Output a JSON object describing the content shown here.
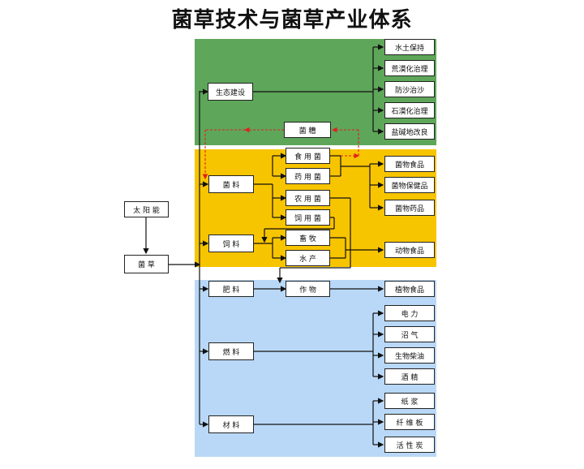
{
  "title": "菌草技术与菌草产业体系",
  "colors": {
    "green": "#5ea65a",
    "yellow": "#f7c400",
    "blue": "#b9d8f7",
    "arrow_red": "#e02020"
  },
  "nodes": {
    "sun": "太 阳 能",
    "juncao": "菌 草",
    "eco": "生态建设",
    "mushroom_bran": "菌 糟",
    "mushroom": "菌 料",
    "feed": "饲 料",
    "fertilizer": "肥 料",
    "fuel": "燃 料",
    "material": "材 料",
    "edible_fungi": "食 用 菌",
    "medicinal_fungi": "药 用 菌",
    "agri_fungi": "农 用 菌",
    "feed_fungi": "饲 用 菌",
    "livestock": "畜 牧",
    "aquatic": "水 产",
    "crops": "作 物"
  },
  "outputs": {
    "soil_conservation": "水土保持",
    "desertification": "荒漠化治理",
    "sand_control": "防沙治沙",
    "rock_desert": "石漠化治理",
    "saline_soil": "盐碱地改良",
    "fungi_food": "菌物食品",
    "fungi_health": "菌物保健品",
    "fungi_medicine": "菌物药品",
    "animal_food": "动物食品",
    "plant_food": "植物食品",
    "electricity": "电 力",
    "biogas": "沼 气",
    "biodiesel": "生物柴油",
    "alcohol": "酒 精",
    "pulp": "纸 浆",
    "fiberboard": "纤 维 板",
    "activated_carbon": "活 性 炭"
  }
}
